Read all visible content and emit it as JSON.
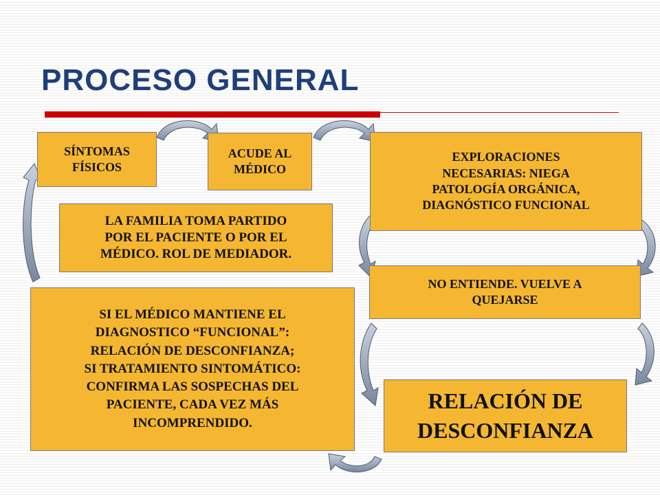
{
  "slide": {
    "title": "PROCESO GENERAL",
    "accent_color": "#cc0000",
    "title_color": "#1f3f7a",
    "box_color": "#f5b731",
    "arrow_color": "#8090a8"
  },
  "boxes": {
    "sintomas": "SÍNTOMAS\nFÍSICOS",
    "acude": "ACUDE AL\nMÉDICO",
    "exploraciones": "EXPLORACIONES\nNECESARIAS: NIEGA\nPATOLOGÍA ORGÁNICA,\nDIAGNÓSTICO FUNCIONAL",
    "familia": "LA FAMILIA TOMA PARTIDO\nPOR EL PACIENTE O POR EL\nMÉDICO. ROL DE MEDIADOR.",
    "no_entiende": "NO ENTIENDE. VUELVE A\nQUEJARSE",
    "si_medico": "SI EL MÉDICO MANTIENE EL\nDIAGNOSTICO “FUNCIONAL”:\nRELACIÓN DE DESCONFIANZA;\nSI TRATAMIENTO SINTOMÁTICO:\nCONFIRMA LAS SOSPECHAS DEL\nPACIENTE, CADA VEZ MÁS\nINCOMPRENDIDO.",
    "relacion": "RELACIÓN DE\nDESCONFIANZA"
  }
}
